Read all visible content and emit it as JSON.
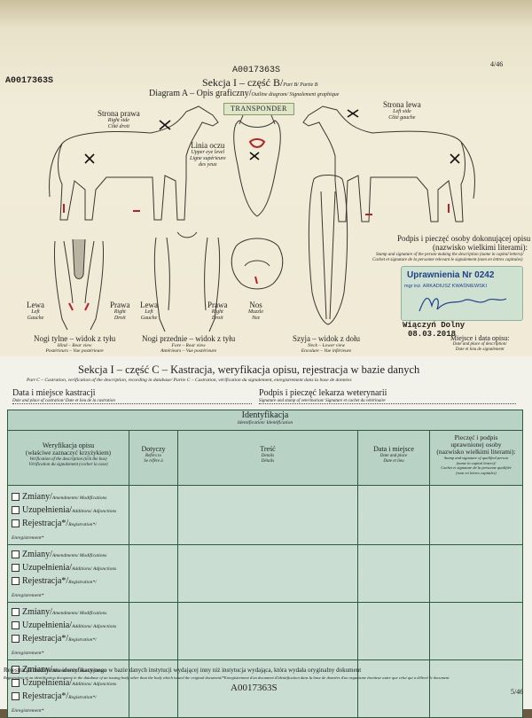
{
  "top_page": {
    "doc_id_left": "A0017363S",
    "doc_id_center": "A0017363S",
    "page_number": "4/46",
    "section_title": "Sekcja I – część B/",
    "section_title_en_fr": "Part B/ Partie B",
    "diagram_title": "Diagram A – Opis graficzny/",
    "diagram_title_en_fr": "Outline diagram/ Signalement graphique",
    "transponder_label": "TRANSPONDER",
    "right_side": {
      "pl": "Strona prawa",
      "en": "Right side",
      "fr": "Côté droit"
    },
    "left_side": {
      "pl": "Strona lewa",
      "en": "Left side",
      "fr": "Côté gauche"
    },
    "eye_line": {
      "pl": "Linia oczu",
      "en": "Upper eye level",
      "fr": "Ligne supérieure",
      "fr2": "des yeux"
    },
    "hind_left": {
      "pl": "Lewa",
      "en": "Left",
      "fr": "Gauche"
    },
    "hind_right": {
      "pl": "Prawa",
      "en": "Right",
      "fr": "Droit"
    },
    "hind_caption": {
      "pl": "Nogi tylne – widok z tyłu",
      "en": "Hind – Rear view",
      "fr": "Postérieurs – Vue postérieure"
    },
    "fore_left": {
      "pl": "Lewa",
      "en": "Left",
      "fr": "Gauche"
    },
    "fore_right": {
      "pl": "Prawa",
      "en": "Right",
      "fr": "Droit"
    },
    "fore_caption": {
      "pl": "Nogi przednie – widok z tyłu",
      "en": "Fore – Rear view",
      "fr": "Antérieurs – Vue postérieure"
    },
    "muzzle": {
      "pl": "Nos",
      "en": "Muzzle",
      "fr": "Nez"
    },
    "neck_caption": {
      "pl": "Szyja – widok z dołu",
      "en": "Neck – Lower view",
      "fr": "Encolure – Vue inférieure"
    },
    "signature_block": {
      "title": "Podpis i pieczęć osoby dokonującej opisu",
      "subtitle": "(nazwisko wielkimi literami):",
      "en": "Stamp and signature of the person making the description (name in capital letters)/",
      "fr": "Cachet et signature de la personne relevant le signalement (nom en lettres capitales)"
    },
    "stamp": {
      "line1": "Uprawnienia Nr 0242",
      "line2": "mgr inż. ARKADIUSZ KWAŚNIEWSKI"
    },
    "name_stamp": "Wiączyń Dolny",
    "date_stamp": "08.03.2018",
    "place_date": {
      "pl": "Miejsce i data opisu:",
      "en": "Date and place of description/",
      "fr": "Date et lieu de signalement"
    }
  },
  "bottom_page": {
    "section_title": "Sekcja I – część C – Kastracja, weryfikacja opisu, rejestracja w bazie danych",
    "section_subtitle": "Part C – Castration, verification of the description, recording in database/ Partie C – Castration, vérification du signalement, enregistrement dans la base de données",
    "castration_date": {
      "pl": "Data i miejsce kastracji",
      "en": "Date and place of castration/ Date et lieu de la castration"
    },
    "vet_signature": {
      "pl": "Podpis i pieczęć lekarza weterynarii",
      "en": "Signature and stamp of veterinarian/ Signature et cachet du vétérinaire"
    },
    "table": {
      "title": "Identyfikacja",
      "title_en_fr": "Identification/ Identification",
      "columns": [
        {
          "pl": "Weryfikacja opisu",
          "pl2": "(właściwe zaznaczyć krzyżykiem)",
          "en": "Verification of the description (tick the box)",
          "fr": "Vérification du signalement (cocher la case)"
        },
        {
          "pl": "Dotyczy",
          "en": "Refers to",
          "fr": "Se réfère à"
        },
        {
          "pl": "Treść",
          "en": "Details",
          "fr": "Détails"
        },
        {
          "pl": "Data i miejsce",
          "en": "Date and place",
          "fr": "Date et lieu"
        },
        {
          "pl": "Pieczęć i podpis",
          "pl2": "uprawnionej osoby",
          "pl3": "(nazwisko wielkimi literami):",
          "en": "Stamp and signature of qualified person",
          "en2": "(name in capital letters)/",
          "fr": "Cachet et signature de la personne qualifiée",
          "fr2": "(nom en lettres capitales)"
        }
      ],
      "checkbox_labels": {
        "changes": "Zmiany/",
        "changes_en": "Amendments/ Modifications",
        "additions": "Uzupełnienia/",
        "additions_en": "Additions/ Adjonctions",
        "registration": "Rejestracja*/",
        "registration_en": "Registration*/ Enregistrement*"
      },
      "rows": 4
    },
    "footnote_pl": "Rejestracja dokumentu identyfikacyjnego w bazie danych instytucji wydającej inny niż instytucja wydająca, która wydała oryginalny dokument",
    "footnote_en": "Registration of an identification document in the database of an issuing body other than the body which issued the original document/*Enregistrement d'un document d'identification dans la base de données d'un organisme émetteur autre que celui qui a délivré le document",
    "doc_id": "A0017363S",
    "page_number": "5/46"
  }
}
